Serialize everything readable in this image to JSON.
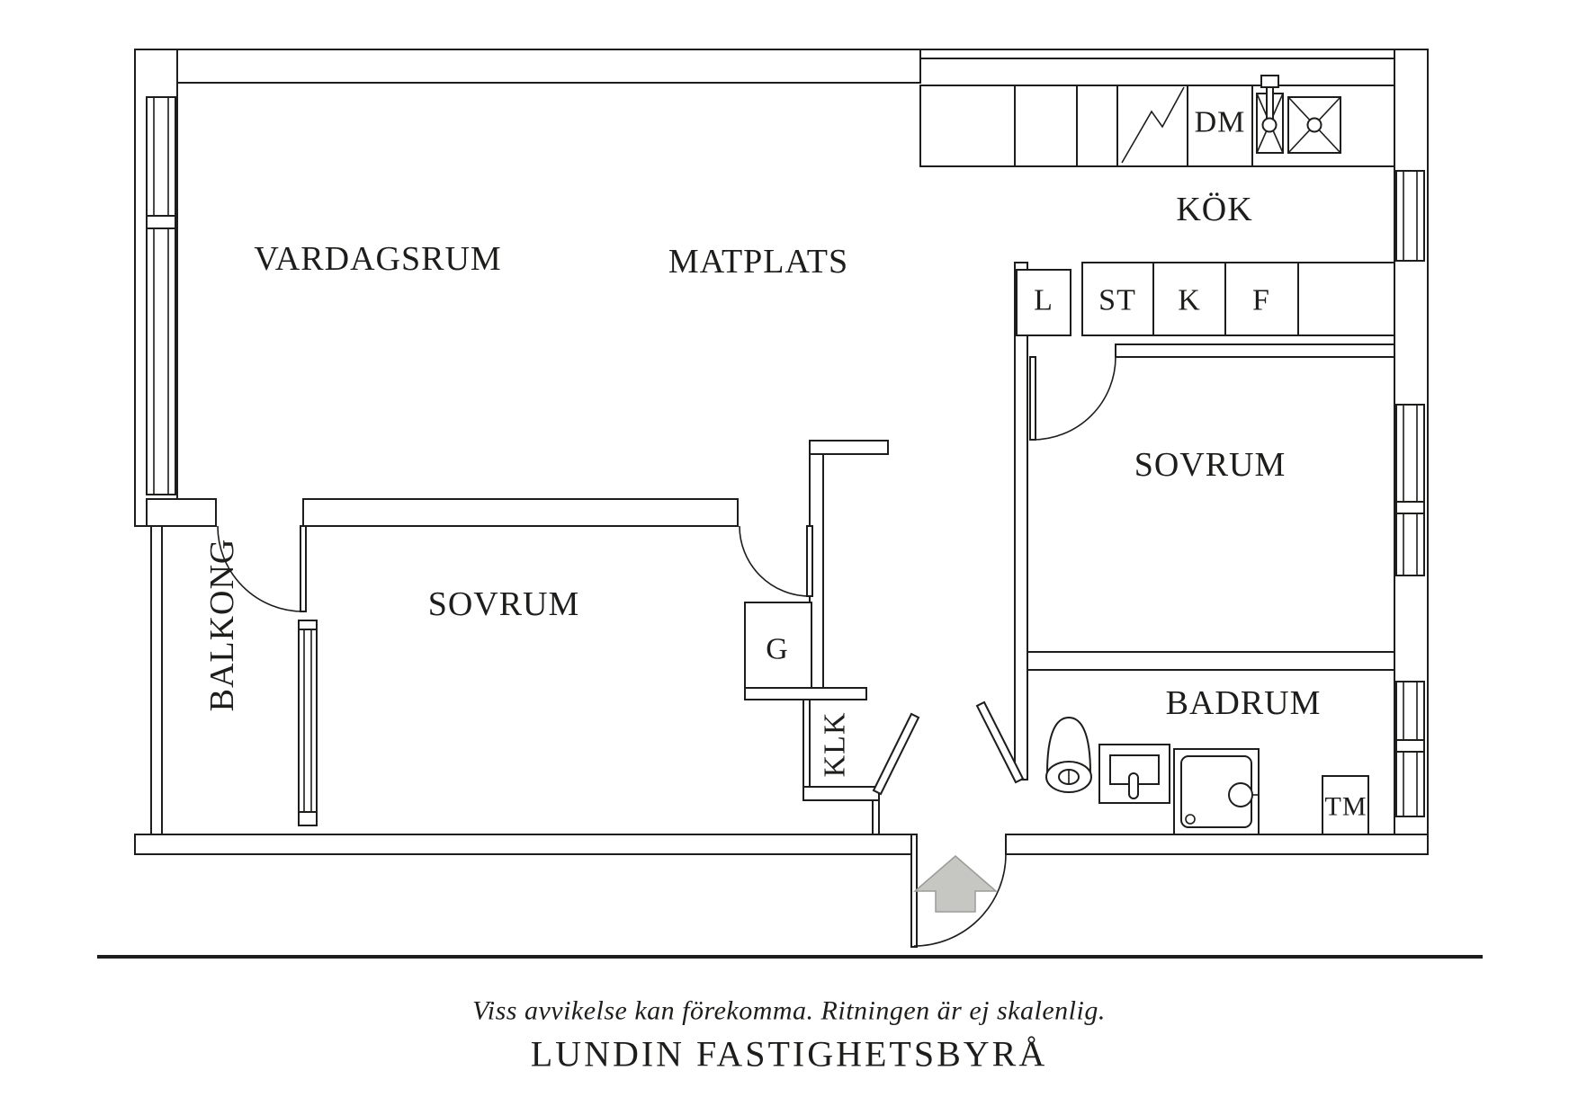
{
  "rooms": {
    "living_room": "VARDAGSRUM",
    "dining_area": "MATPLATS",
    "kitchen": "KÖK",
    "bedroom_right": "SOVRUM",
    "bedroom_left": "SOVRUM",
    "bathroom": "BADRUM",
    "balcony": "BALKONG",
    "walk_in_closet": "KLK",
    "wardrobe": "G"
  },
  "appliances": {
    "dm": "DM",
    "l": "L",
    "st": "ST",
    "k": "K",
    "f": "F",
    "tm": "TM"
  },
  "footer": {
    "disclaimer": "Viss avvikelse kan förekomma. Ritningen är ej skalenlig.",
    "agency": "LUNDIN FASTIGHETSBYRÅ"
  },
  "colors": {
    "line": "#1d1d1b",
    "arrow_fill": "#c6c6c2",
    "arrow_stroke": "#9b9b97"
  }
}
